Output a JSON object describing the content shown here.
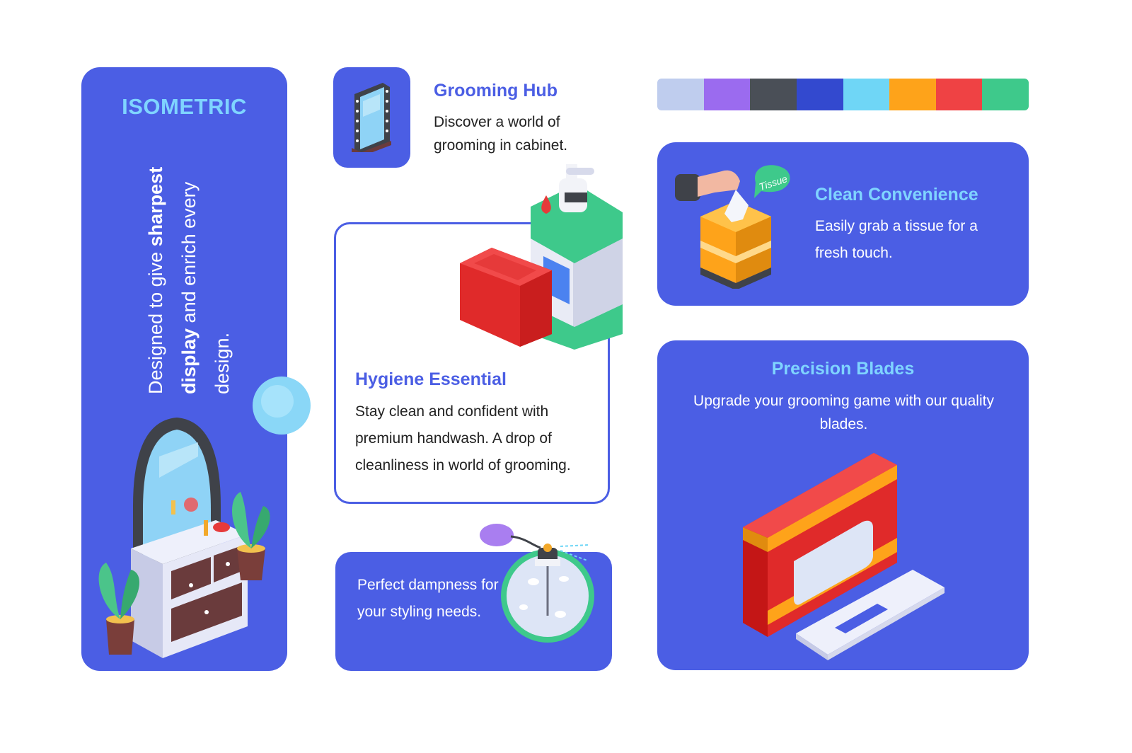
{
  "left_panel": {
    "heading": "ISOMETRIC",
    "text_pre": "Designed to give ",
    "text_bold1": "sharpest",
    "text_bold2": "display",
    "text_post": " and enrich every design.",
    "illustration": "vanity-dresser-icon"
  },
  "grooming_hub": {
    "title": "Grooming Hub",
    "description": "Discover a world of grooming in cabinet.",
    "icon": "mirror-cabinet-icon"
  },
  "hygiene": {
    "title": "Hygiene Essential",
    "description": "Stay clean and confident with premium handwash. A drop of cleanliness in world of grooming.",
    "illustration": "handwash-soap-icon"
  },
  "perfume": {
    "description": "Perfect dampness for your styling needs.",
    "illustration": "perfume-bottle-icon"
  },
  "palette": {
    "colors": [
      "#bfcdee",
      "#9b6bef",
      "#4a4f57",
      "#3349cf",
      "#6fd6f6",
      "#fea31a",
      "#ef4244",
      "#3ec98b"
    ]
  },
  "clean_convenience": {
    "title": "Clean Convenience",
    "description": "Easily grab a tissue for a fresh touch.",
    "badge": "Tissue",
    "illustration": "tissue-box-icon"
  },
  "precision_blades": {
    "title": "Precision Blades",
    "description": "Upgrade your grooming game with our quality blades.",
    "illustration": "razor-blade-box-icon"
  },
  "colors": {
    "primary": "#4b5ee4",
    "accent": "#7fd4ff"
  }
}
